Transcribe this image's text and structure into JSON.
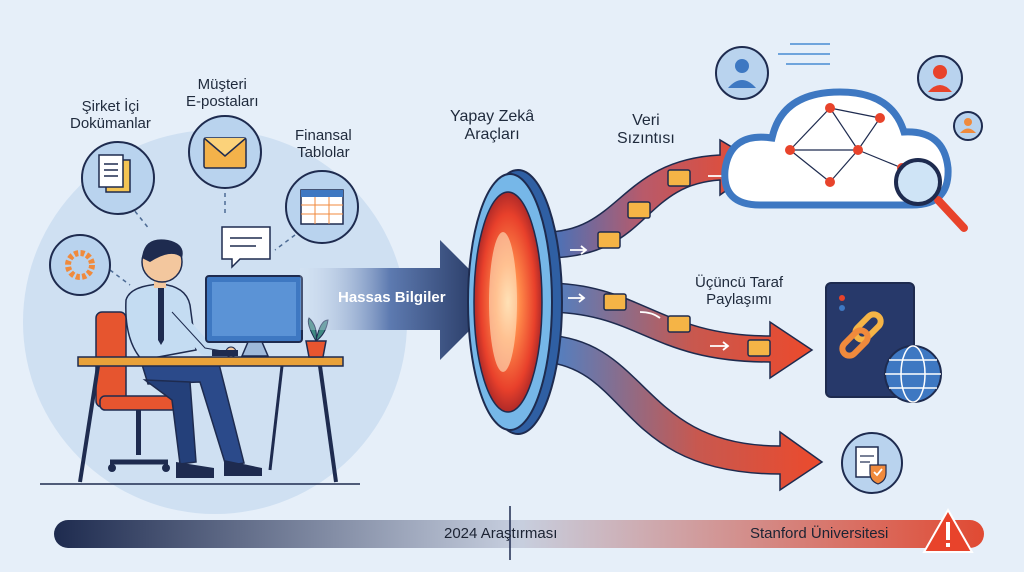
{
  "sources": {
    "internal_docs": [
      "Şirket İçi",
      "Dokümanlar"
    ],
    "customer_emails": [
      "Müşteri",
      "E-postaları"
    ],
    "financial_tables": [
      "Finansal",
      "Tablolar"
    ]
  },
  "flow": {
    "input_label": "Hassas Bilgiler",
    "ai_tools": [
      "Yapay Zekâ",
      "Araçları"
    ],
    "data_leak": [
      "Veri",
      "Sızıntısı"
    ],
    "third_party": [
      "Üçüncü Taraf",
      "Paylaşımı"
    ]
  },
  "footer": {
    "study_label": "2024 Araştırması",
    "source_label": "Stanford Üniversitesi"
  },
  "colors": {
    "navy": "#1e2b4f",
    "red": "#e8432b",
    "blue": "#3e78c2",
    "background": "#e6eff9"
  }
}
